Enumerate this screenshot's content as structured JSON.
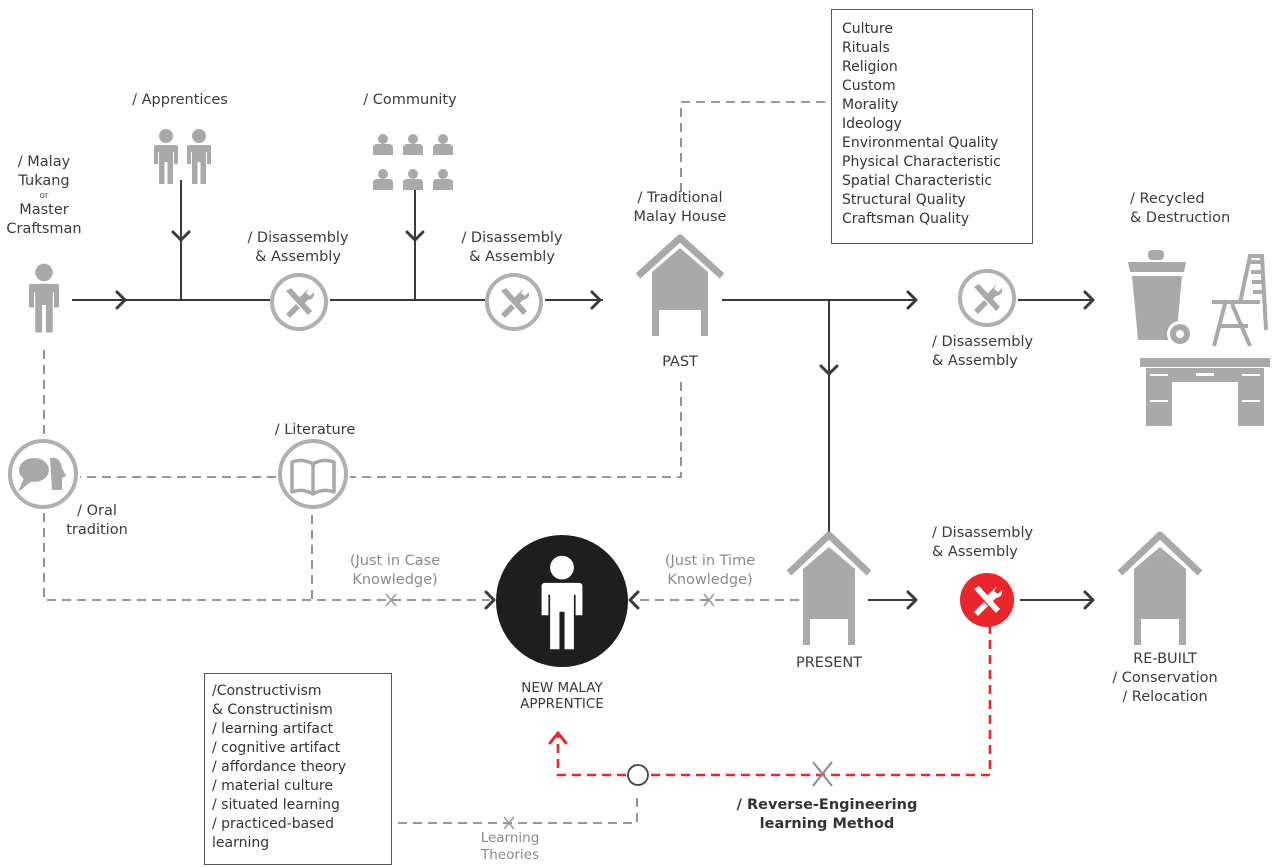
{
  "actors": {
    "tukang": {
      "l1": "/ Malay",
      "l2": "Tukang",
      "or": "or",
      "l3": "Master",
      "l4": "Craftsman"
    },
    "apprentices": "/ Apprentices",
    "community": "/ Community",
    "literature": "/ Literature",
    "oral": {
      "l1": "/ Oral",
      "l2": "tradition"
    }
  },
  "process": {
    "disassembly_1": {
      "l1": "/ Disassembly",
      "l2": "& Assembly"
    },
    "disassembly_2": {
      "l1": "/ Disassembly",
      "l2": "& Assembly"
    },
    "disassembly_3": {
      "l1": "/ Disassembly",
      "l2": "& Assembly"
    },
    "disassembly_4": {
      "l1": "/ Disassembly",
      "l2": "& Assembly"
    }
  },
  "houses": {
    "traditional": {
      "l1": "/ Traditional",
      "l2": "Malay House"
    },
    "past": "PAST",
    "present": "PRESENT",
    "rebuilt": {
      "l1": "RE-BUILT",
      "l2": "/ Conservation",
      "l3": "/ Relocation"
    }
  },
  "recycled": {
    "l1": "/ Recycled",
    "l2": "& Destruction"
  },
  "qualities": [
    "Culture",
    "Rituals",
    "Religion",
    "Custom",
    "Morality",
    "Ideology",
    "Environmental Quality",
    "Physical Characteristic",
    "Spatial Characteristic",
    "Structural Quality",
    "Craftsman Quality"
  ],
  "knowledge": {
    "just_in_case": {
      "l1": "(Just in Case",
      "l2": "Knowledge)"
    },
    "just_in_time": {
      "l1": "(Just in Time",
      "l2": "Knowledge)"
    }
  },
  "apprentice": {
    "l1": "NEW MALAY",
    "l2": "APPRENTICE"
  },
  "theories": [
    "/Constructivism",
    "& Constructinism",
    "/ learning artifact",
    "/ cognitive artifact",
    "/ affordance theory",
    "/ material culture",
    "/ situated learning",
    "/ practiced-based",
    "learning"
  ],
  "learning_theories": {
    "l1": "Learning",
    "l2": "Theories"
  },
  "method": {
    "l1": "/ Reverse-Engineering",
    "l2": "learning Method"
  },
  "colors": {
    "line": "#3a3a3a",
    "dash": "#777777",
    "icon_grey": "#a9a9a9",
    "accent_red": "#e8262b",
    "dark_circle": "#1e1e1e"
  }
}
